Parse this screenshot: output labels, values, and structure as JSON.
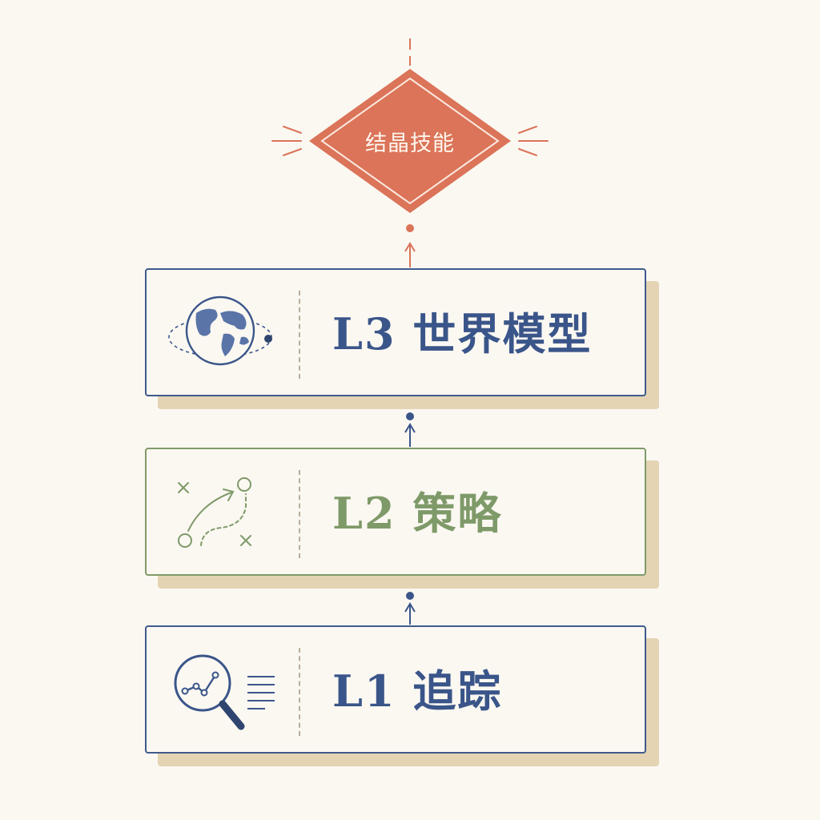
{
  "skill": {
    "label": "结晶技能"
  },
  "layers": [
    {
      "label": "L3 世界模型",
      "icon": "globe-icon"
    },
    {
      "label": "L2 策略",
      "icon": "strategy-icon"
    },
    {
      "label": "L1 追踪",
      "icon": "magnifier-chart-icon"
    }
  ],
  "colors": {
    "background": "#fbf8f2",
    "skill_diamond": "#db7459",
    "blue": "#3a5589",
    "green": "#7f9a69",
    "shadow": "#e4d4b4"
  }
}
